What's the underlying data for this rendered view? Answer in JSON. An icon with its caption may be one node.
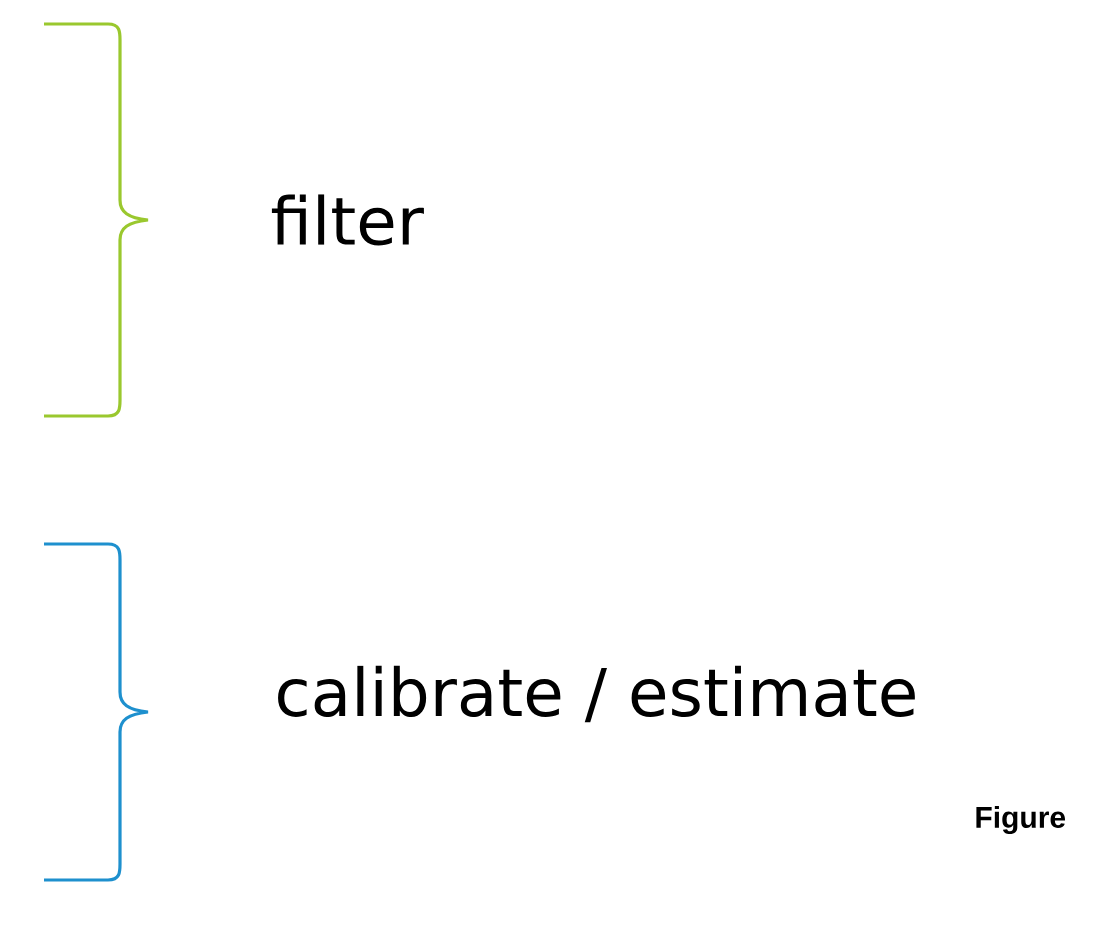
{
  "diagram": {
    "labels": [
      "filter",
      "calibrate / estimate",
      "Figure"
    ]
  }
}
